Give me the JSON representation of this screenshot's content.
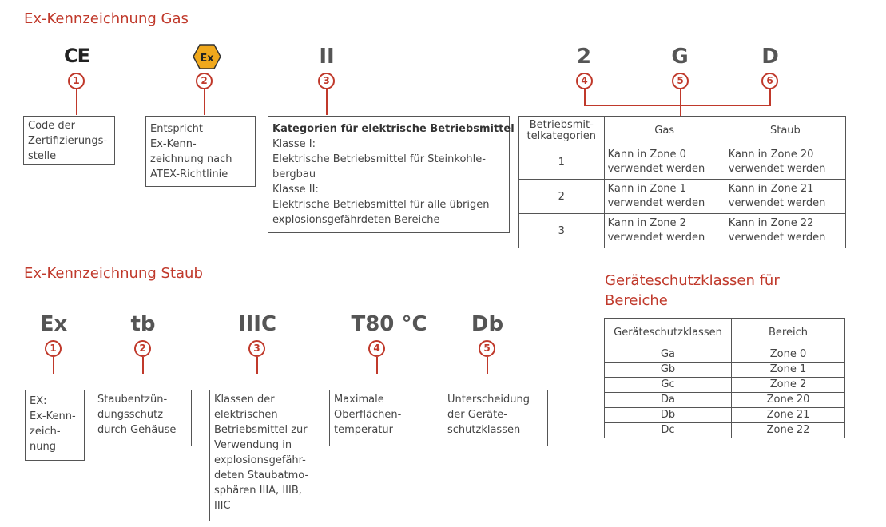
{
  "gas": {
    "heading": "Ex-Kennzeichnung Gas",
    "symbols": {
      "s3": "II",
      "s4": "2",
      "s5": "G",
      "s6": "D"
    },
    "logos": {
      "ce": "CE",
      "ex": "Ex"
    },
    "numbers": [
      "1",
      "2",
      "3",
      "4",
      "5",
      "6"
    ],
    "box1": [
      "Code der",
      "Zertifizierungs-",
      "stelle"
    ],
    "box2": [
      "Entspricht",
      "Ex-Kenn-",
      "zeichnung nach",
      "ATEX-Richtlinie"
    ],
    "box3": {
      "title": "Kategorien für elektrische Betriebsmittel",
      "lines": [
        "Klasse I:",
        "Elektrische Betriebsmittel für Steinkohle-",
        "bergbau",
        "Klasse II:",
        "Elektrische Betriebsmittel für alle übrigen",
        "explosionsgefährdeten Bereiche"
      ]
    },
    "table": {
      "headers": {
        "col1": [
          "Betriebsmit-",
          "telkategorien"
        ],
        "col2": "Gas",
        "col3": "Staub"
      },
      "rows": [
        {
          "cat": "1",
          "gas": [
            "Kann in Zone 0",
            "verwendet werden"
          ],
          "staub": [
            "Kann in Zone 20",
            "verwendet werden"
          ]
        },
        {
          "cat": "2",
          "gas": [
            "Kann in Zone 1",
            "verwendet werden"
          ],
          "staub": [
            "Kann in Zone 21",
            "verwendet werden"
          ]
        },
        {
          "cat": "3",
          "gas": [
            "Kann in Zone 2",
            "verwendet werden"
          ],
          "staub": [
            "Kann in Zone 22",
            "verwendet werden"
          ]
        }
      ]
    }
  },
  "staub": {
    "heading": "Ex-Kennzeichnung Staub",
    "symbols": [
      "Ex",
      "tb",
      "IIIC",
      "T80 °C",
      "Db"
    ],
    "numbers": [
      "1",
      "2",
      "3",
      "4",
      "5"
    ],
    "box1": [
      "EX:",
      "Ex-Kenn-",
      "zeich-",
      "nung"
    ],
    "box2": [
      "Staubentzün-",
      "dungsschutz",
      "durch Gehäuse"
    ],
    "box3": [
      "Klassen der",
      "elektrischen",
      "Betriebsmittel zur",
      "Verwendung in",
      "explosionsgefähr-",
      "deten Staubatmo-",
      "sphären IIIA, IIIB,",
      "IIIC"
    ],
    "box4": [
      "Maximale",
      "Oberflächen-",
      "temperatur"
    ],
    "box5": [
      "Unterscheidung",
      "der Geräte-",
      "schutzklassen"
    ]
  },
  "geraete": {
    "heading": [
      "Geräteschutzklassen für",
      "Bereiche"
    ],
    "headers": [
      "Geräteschutzklassen",
      "Bereich"
    ],
    "rows": [
      [
        "Ga",
        "Zone 0"
      ],
      [
        "Gb",
        "Zone 1"
      ],
      [
        "Gc",
        "Zone 2"
      ],
      [
        "Da",
        "Zone 20"
      ],
      [
        "Db",
        "Zone 21"
      ],
      [
        "Dc",
        "Zone 22"
      ]
    ]
  },
  "colors": {
    "accent": "#c0392b",
    "ex_logo": "#f0a81c",
    "text": "#444444"
  }
}
